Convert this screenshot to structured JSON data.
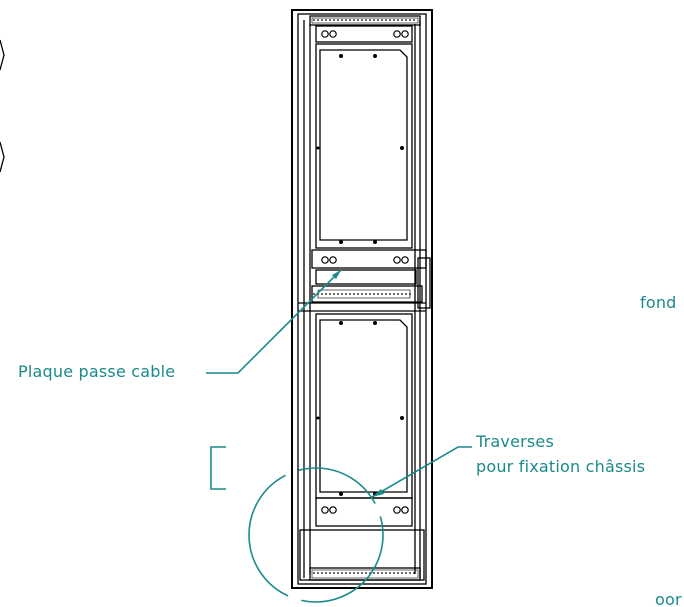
{
  "annotations": {
    "plaque_label": "Plaque passe cable",
    "traverses_line1": "Traverses",
    "traverses_line2": "pour fixation châssis",
    "fond_label": "fond",
    "corner_label": "oor"
  },
  "colors": {
    "drawing": "#000000",
    "annotation": "#1a8a8a",
    "background": "#ffffff"
  }
}
